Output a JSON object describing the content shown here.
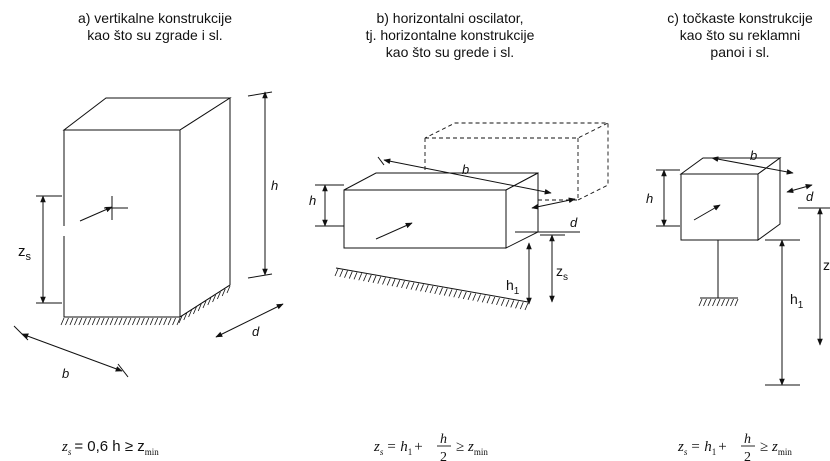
{
  "panels": [
    {
      "caption_lines": [
        "a) vertikalne konstrukcije",
        "kao što su zgrade i sl."
      ],
      "labels": {
        "h": "h",
        "zs_main": "z",
        "zs_sub": "s",
        "b": "b",
        "d": "d"
      },
      "formula": {
        "z": "z",
        "s": "s",
        "rhs": "= 0,6 h ≥ z",
        "min": "min"
      }
    },
    {
      "caption_lines": [
        "b) horizontalni oscilator,",
        "tj. horizontalne konstrukcije",
        "kao što su grede i sl."
      ],
      "labels": {
        "h": "h",
        "b": "b",
        "d": "d",
        "zs_main": "z",
        "zs_sub": "s",
        "h1_main": "h",
        "h1_sub": "1"
      },
      "formula": {
        "z": "z",
        "s": "s",
        "eq": "= h",
        "one": "1",
        "plus": "+",
        "num": "h",
        "den": "2",
        "geq": "≥ z",
        "min": "min"
      }
    },
    {
      "caption_lines": [
        "c) točkaste konstrukcije",
        "kao što su reklamni",
        "panoi i sl."
      ],
      "labels": {
        "h": "h",
        "b": "b",
        "d": "d",
        "h1_main": "h",
        "h1_sub": "1",
        "zs_main": "z"
      },
      "formula": {
        "z": "z",
        "s": "s",
        "eq": "= h",
        "one": "1",
        "plus": "+",
        "num": "h",
        "den": "2",
        "geq": "≥ z",
        "min": "min"
      }
    }
  ]
}
